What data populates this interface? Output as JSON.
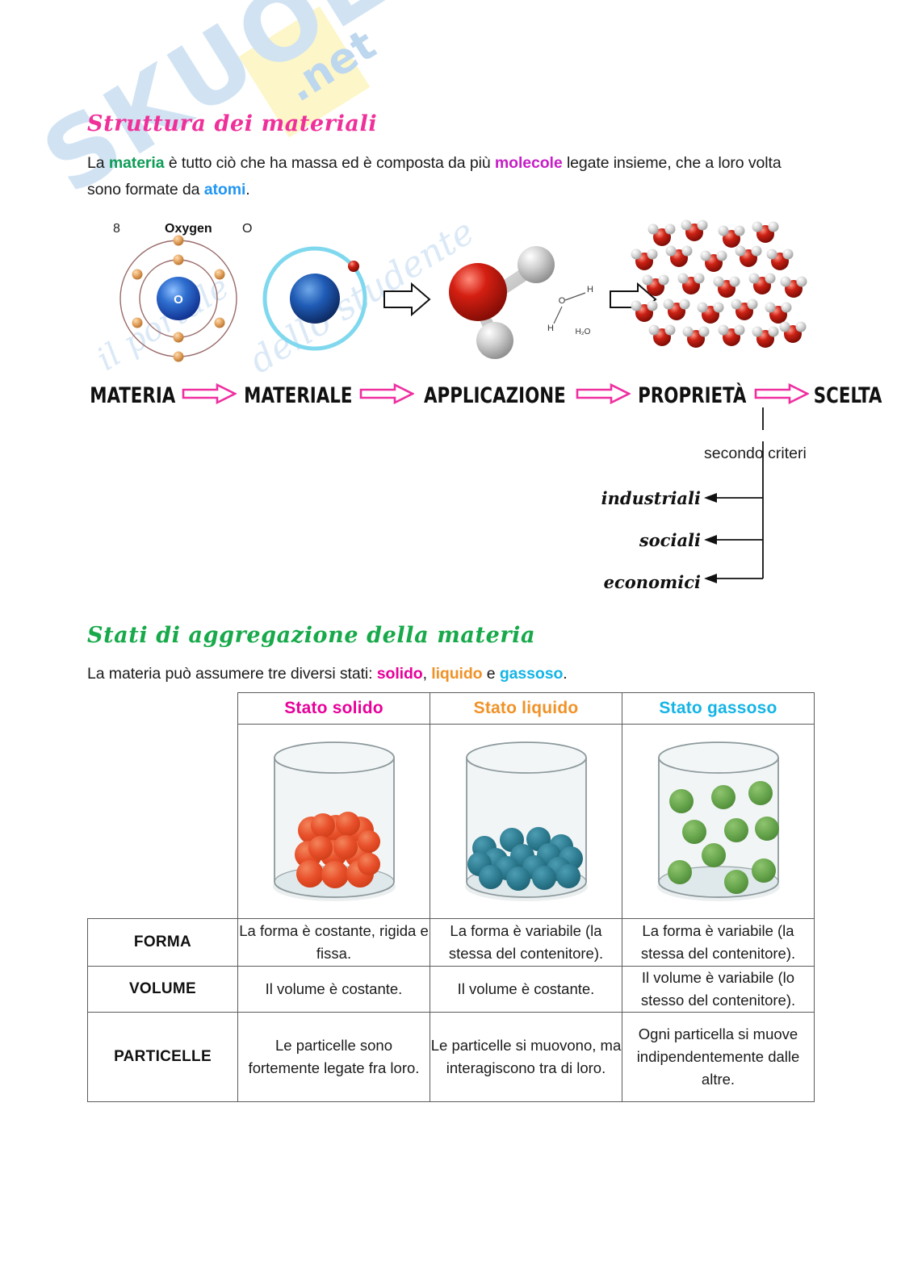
{
  "watermark": {
    "brand": "SKUOLA",
    "domain": ".net",
    "tagline_left": "il portale",
    "tagline_right": "dello studente"
  },
  "section_structure": {
    "heading": "Struttura dei materiali",
    "paragraph": {
      "part1": "La ",
      "kw_materia": "materia",
      "part2": " è tutto ciò che ha massa ed è composta da più ",
      "kw_molecole": "molecole",
      "part3": " legate insieme, che a loro volta sono formate da ",
      "kw_atomi": "atomi",
      "part4": "."
    },
    "illustration": {
      "atom_number": "8",
      "atom_name": "Oxygen",
      "atom_symbol": "O",
      "nucleus_label": "O",
      "molecule_formula": "H2O",
      "molecule_atom_o": "O",
      "molecule_atom_h1": "H",
      "molecule_atom_h2": "H"
    },
    "chain": [
      "MATERIA",
      "MATERIALE",
      "APPLICAZIONE",
      "PROPRIETÀ",
      "SCELTA"
    ],
    "criteria": {
      "intro": "secondo criteri",
      "items": [
        "industriali",
        "sociali",
        "economici"
      ]
    }
  },
  "section_states": {
    "heading": "Stati di aggregazione della materia",
    "paragraph": {
      "part1": "La materia può assumere tre diversi stati: ",
      "kw_solido": "solido",
      "sep1": ", ",
      "kw_liquido": "liquido",
      "sep2": " e ",
      "kw_gassoso": "gassoso",
      "part_end": "."
    },
    "table": {
      "headers": [
        "",
        "Stato solido",
        "Stato liquido",
        "Stato gassoso"
      ],
      "rows": [
        {
          "label": "FORMA",
          "cells": [
            "La forma è costante, rigida e fissa.",
            "La forma è variabile (la stessa del contenitore).",
            "La forma è variabile (la stessa del contenitore)."
          ]
        },
        {
          "label": "VOLUME",
          "cells": [
            "Il volume è costante.",
            "Il volume è costante.",
            "Il volume è variabile (lo stesso del contenitore)."
          ]
        },
        {
          "label": "PARTICELLE",
          "cells": [
            "Le particelle sono fortemente legate fra loro.",
            "Le particelle si muovono, ma interagiscono tra di loro.",
            "Ogni particella si muove indipendentemente dalle altre."
          ]
        }
      ]
    }
  },
  "colors": {
    "pink_heading": "#f0309a",
    "green_heading": "#17a94a",
    "solid": "#e8009a",
    "liquid": "#f09227",
    "gas": "#14b4e6",
    "chain_arrow": "#ef2fa0",
    "solid_particle": "#e8502a",
    "liquid_particle": "#2f7d92",
    "gas_particle": "#6aa84f"
  }
}
